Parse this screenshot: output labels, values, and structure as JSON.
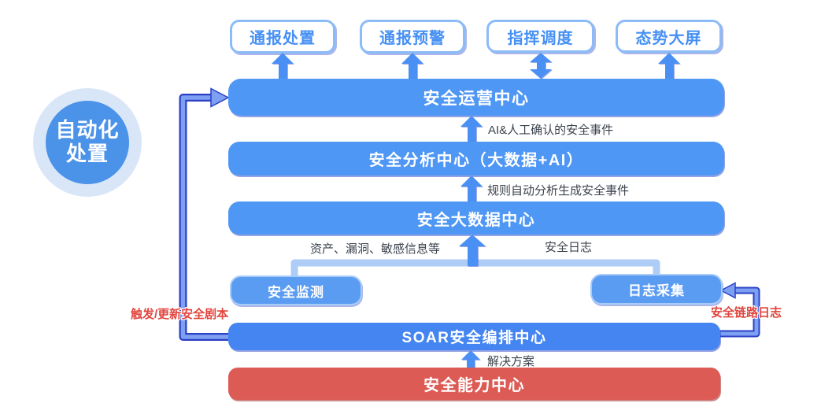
{
  "colors": {
    "bar_blue": "#4F97F5",
    "soar_blue": "#4485F2",
    "red_bar": "#DC5B55",
    "box_border": "#8BBCF8",
    "box_text": "#4690F4",
    "circle_outer": "#D9E6F8",
    "circle_inner": "#4B92E9",
    "small_box": "#5B9CF3",
    "small_box_border": "#A8CCF8",
    "arrow": "#4A90F4",
    "pipe_fill": "#7EA0F2",
    "pipe_border": "#2B41C5",
    "connector": "#AECDF6",
    "label_text": "#3C434E",
    "red_text": "#E2453E"
  },
  "badge": {
    "line1": "自动化",
    "line2": "处置"
  },
  "top_boxes": [
    {
      "label": "通报处置"
    },
    {
      "label": "通报预警"
    },
    {
      "label": "指挥调度"
    },
    {
      "label": "态势大屏"
    }
  ],
  "bars": {
    "operation": "安全运营中心",
    "analysis": "安全分析中心（大数据+AI）",
    "bigdata": "安全大数据中心",
    "soar": "SOAR安全编排中心",
    "capability": "安全能力中心"
  },
  "small_boxes": {
    "monitor": "安全监测",
    "log": "日志采集"
  },
  "labels": {
    "ai_event": "AI&人工确认的安全事件",
    "rule_event": "规则自动分析生成安全事件",
    "asset_info": "资产、漏洞、敏感信息等",
    "security_log": "安全日志",
    "solution": "解决方案",
    "trigger_playbook": "触发/更新安全剧本",
    "link_log": "安全链路日志"
  }
}
